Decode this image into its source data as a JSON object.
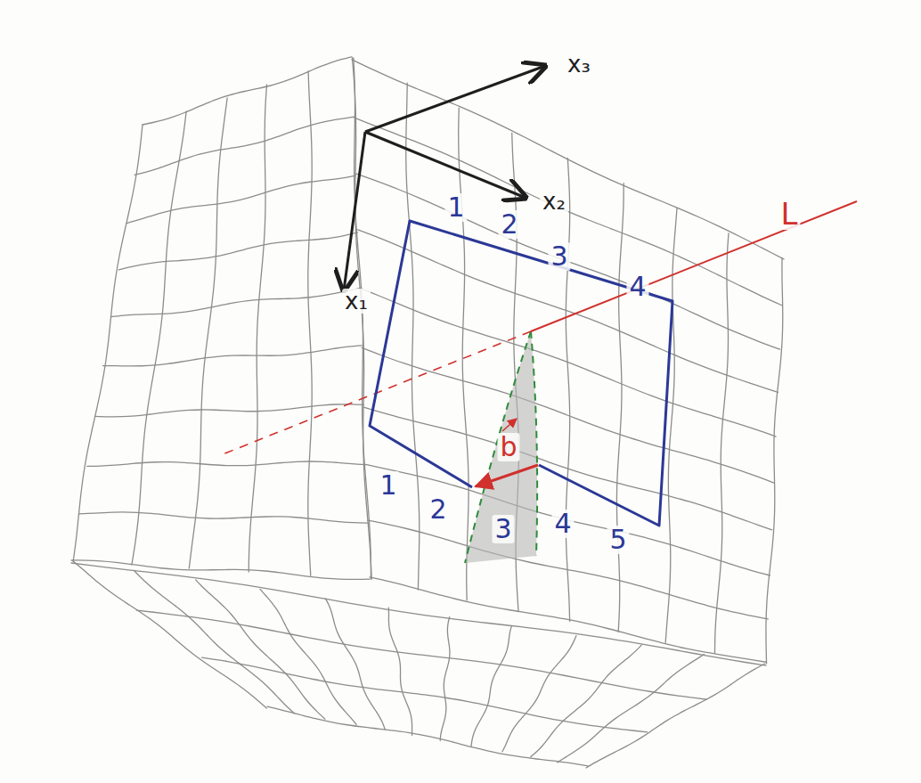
{
  "diagram": {
    "labels": [
      "x₃",
      "x₂",
      "x₁",
      "L",
      "1",
      "2",
      "3",
      "4",
      "b",
      "1",
      "2",
      "3",
      "4",
      "5"
    ]
  }
}
